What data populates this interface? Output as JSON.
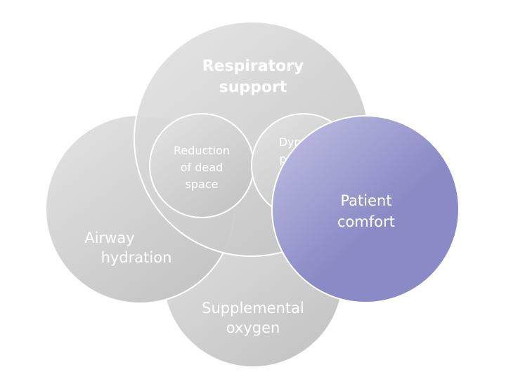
{
  "diagram": {
    "colors": {
      "gray_light": "#e4e4e4",
      "gray_dark": "#c4c4c4",
      "accent_light": "#bebee2",
      "accent_dark": "#8a8ac6",
      "outline": "#ffffff",
      "text": "#ffffff"
    },
    "circles": {
      "respiratory_support": {
        "line1": "Respiratory",
        "line2": "support"
      },
      "airway_hydration": {
        "line1": "Airway",
        "line2": "hydration"
      },
      "supplemental_oxygen": {
        "line1": "Supplemental",
        "line2": "oxygen"
      },
      "patient_comfort": {
        "line1": "Patient",
        "line2": "comfort"
      },
      "reduction_dead_space": {
        "line1": "Reduction",
        "line2": "of dead",
        "line3": "space"
      },
      "dynamic_pressure": {
        "line1": "Dynamic",
        "line2": "pressure"
      }
    }
  }
}
